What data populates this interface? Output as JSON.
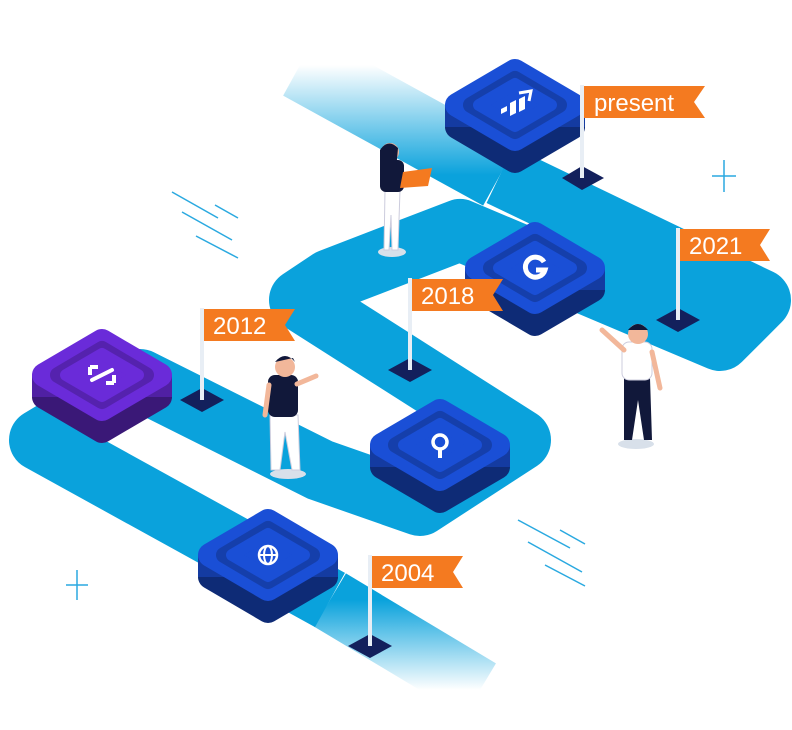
{
  "milestones": [
    {
      "label": "2004",
      "icon": "globe-icon",
      "tile_color": "#1a4fd6"
    },
    {
      "label": "2012",
      "icon": "code-icon",
      "tile_color": "#6a2bd9"
    },
    {
      "label": "2018",
      "icon": "search-icon",
      "tile_color": "#1a4fd6"
    },
    {
      "label": "2021",
      "icon": "g-logo-icon",
      "tile_color": "#1a4fd6"
    },
    {
      "label": "present",
      "icon": "growth-chart-icon",
      "tile_color": "#1a4fd6"
    }
  ],
  "colors": {
    "road": "#0aa2dc",
    "flag": "#f47a20",
    "tile_blue": "#1a4fd6",
    "tile_purple": "#6a2bd9",
    "pole_base": "#13205c"
  }
}
